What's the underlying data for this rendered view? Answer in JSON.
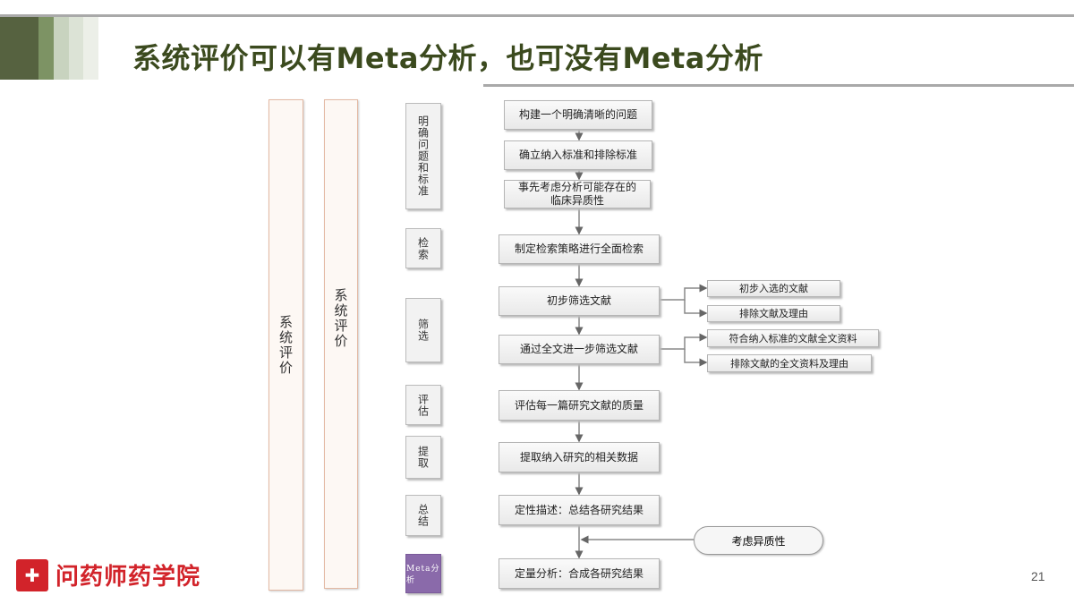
{
  "title": "系统评价可以有Meta分析，也可没有Meta分析",
  "columns": {
    "outer": "系统评价",
    "inner": "系统评价"
  },
  "stages": [
    "明确问题和标准",
    "检索",
    "筛选",
    "评估",
    "提取",
    "总结",
    "Meta分析"
  ],
  "steps": [
    "构建一个明确清晰的问题",
    "确立纳入标准和排除标准",
    "事先考虑分析可能存在的临床异质性",
    "制定检索策略进行全面检索",
    "初步筛选文献",
    "通过全文进一步筛选文献",
    "评估每一篇研究文献的质量",
    "提取纳入研究的相关数据",
    "定性描述：总结各研究结果",
    "定量分析：合成各研究结果"
  ],
  "side": [
    "初步入选的文献",
    "排除文献及理由",
    "符合纳入标准的文献全文资料",
    "排除文献的全文资料及理由"
  ],
  "heterogeneity": "考虑异质性",
  "logo": "问药师药学院",
  "page_number": "21",
  "colors": {
    "title": "#3b4a1e",
    "meta": "#8a6aaa",
    "logo": "#d2232a"
  }
}
